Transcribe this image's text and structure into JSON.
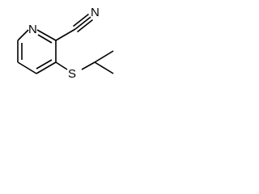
{
  "molecule": {
    "atoms": {
      "ring_nitrogen": "N",
      "nitrile_nitrogen": "N",
      "sulfur": "S"
    },
    "colors": {
      "bond": "#000000",
      "label": "#000000",
      "background": "#ffffff"
    }
  }
}
